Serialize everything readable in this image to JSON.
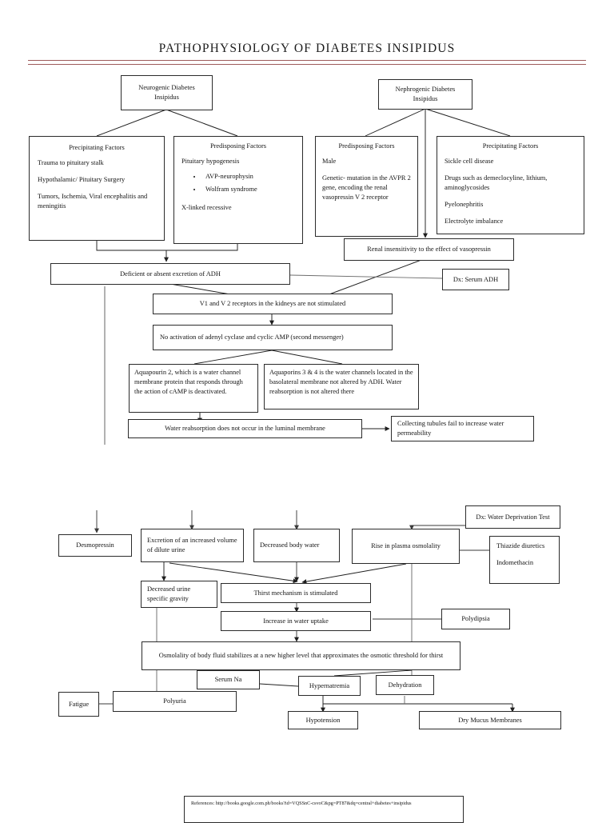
{
  "document": {
    "title": "PATHOPHYSIOLOGY OF DIABETES INSIPIDUS",
    "rule_color": "#9e5b5b",
    "border_color": "#2b2b2b",
    "background": "#ffffff"
  },
  "nodes": {
    "neurogenic_di": {
      "label": "Neurogenic Diabetes Insipidus"
    },
    "nephrogenic_di": {
      "label": "Nephrogenic Diabetes Insipidus"
    },
    "neuro_precipitating": {
      "header": "Precipitating Factors",
      "lines": [
        "Trauma to pituitary stalk",
        "Hypothalamic/ Pituitary Surgery",
        "Tumors, Ischemia, Viral encephalitis and meningitis"
      ]
    },
    "neuro_predisposing": {
      "header": "Predisposing Factors",
      "lead": "Pituitary hypogenesis",
      "bullets": [
        "AVP-neurophysin",
        "Wolfram syndrome"
      ],
      "tail": "X-linked recessive"
    },
    "nephro_predisposing": {
      "header": "Predisposing Factors",
      "lines": [
        "Male",
        "Genetic- mutation in the AVPR 2 gene, encoding the renal vasopressin V 2 receptor"
      ]
    },
    "nephro_precipitating": {
      "header": "Precipitating Factors",
      "lines": [
        "Sickle cell disease",
        "Drugs such as demeclocyline, lithium, aminoglycosides",
        "Pyelonephritis",
        "Electrolyte imbalance"
      ]
    },
    "renal_insensitivity": {
      "label": "Renal insensitivity to the effect of vasopressin"
    },
    "deficient_adh": {
      "label": "Deficient or absent excretion of ADH"
    },
    "dx_serum_adh": {
      "label": "Dx: Serum ADH"
    },
    "receptors": {
      "label": "V1 and V 2 receptors in the kidneys are not stimulated"
    },
    "no_activation": {
      "label": "No activation of adenyl cyclase and cyclic AMP (second messenger)"
    },
    "aquaporin2": {
      "label": "Aquapourin 2, which is a water channel membrane protein that responds through the action of cAMP is deactivated."
    },
    "aquaporin34": {
      "label": "Aquaporins 3 & 4 is the water channels located in the basolateral membrane not altered by ADH. Water reabsorption is not altered there"
    },
    "water_reabsorption": {
      "label": "Water reabsorption does not occur in the luminal membrane"
    },
    "collecting_tubules": {
      "label": "Collecting tubules fail to increase water permeability"
    },
    "desmopressin": {
      "label": "Desmopressin"
    },
    "excretion_urine": {
      "label": "Excretion of an increased volume of dilute urine"
    },
    "decreased_body_water": {
      "label": "Decreased body water"
    },
    "rise_plasma_osmolality": {
      "label": "Rise in plasma osmolality"
    },
    "dx_water_deprivation": {
      "label": "Dx: Water Deprivation Test"
    },
    "thiazide": {
      "lines": [
        "Thiazide diuretics",
        "Indomethacin"
      ]
    },
    "decreased_specific_gravity": {
      "label": "Decreased urine specific gravity"
    },
    "thirst_mechanism": {
      "label": "Thirst mechanism is stimulated"
    },
    "increase_water_uptake": {
      "label": "Increase in water uptake"
    },
    "polydipsia": {
      "label": "Polydipsia"
    },
    "osmolality_stabilizes": {
      "label": "Osmolality of body fluid stabilizes at a new higher level that approximates the osmotic threshold for thirst"
    },
    "serum_na": {
      "label": "Serum Na"
    },
    "hypernatremia": {
      "label": "Hypernatremia"
    },
    "dehydration": {
      "label": "Dehydration"
    },
    "fatigue": {
      "label": "Fatigue"
    },
    "polyuria": {
      "label": "Polyuria"
    },
    "hypotension": {
      "label": "Hypotension"
    },
    "dry_mucus_membranes": {
      "label": "Dry Mucus Membranes"
    }
  },
  "footer": {
    "reference": "References: http://books.google.com.ph/books?id=VQSSnC-csvoC&pg=PT87&dq=central+diabetes+insipidus"
  }
}
